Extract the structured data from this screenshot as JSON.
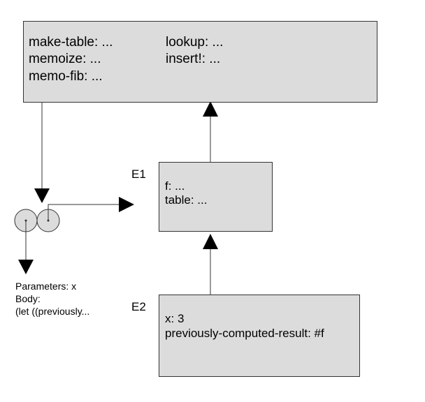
{
  "global_frame": {
    "bindings": [
      {
        "label": "make-table: ..."
      },
      {
        "label": "memoize: ..."
      },
      {
        "label": "memo-fib: ..."
      },
      {
        "label": "lookup: ..."
      },
      {
        "label": "insert!: ..."
      }
    ]
  },
  "e1": {
    "label": "E1",
    "bindings": [
      {
        "label": "f: ..."
      },
      {
        "label": "table: ..."
      }
    ]
  },
  "e2": {
    "label": "E2",
    "bindings": [
      {
        "label": "x: 3"
      },
      {
        "label": "previously-computed-result: #f"
      }
    ]
  },
  "procedure": {
    "parameters": "Parameters: x",
    "body_label": "Body:",
    "body_text": "(let ((previously..."
  },
  "colors": {
    "frame_fill": "#dcdcdc",
    "stroke": "#333333",
    "arrow": "#000000"
  }
}
